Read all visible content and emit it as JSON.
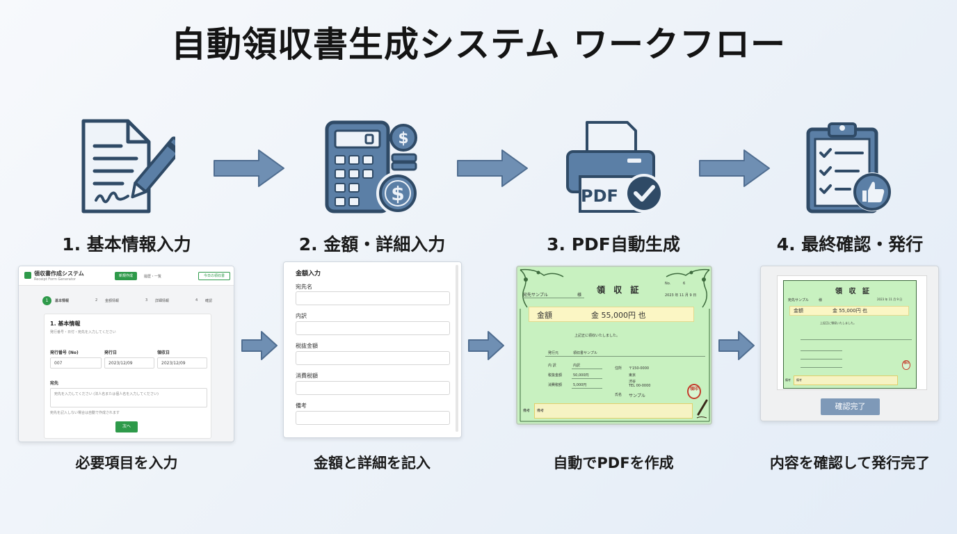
{
  "title": "自動領収書生成システム ワークフロー",
  "colors": {
    "icon_fill": "#5b7fa6",
    "icon_dark": "#2f4a66",
    "icon_light": "#eef3f9",
    "arrow": "#6f8fb3",
    "accent_green": "#2e9a4a"
  },
  "icons": [
    "document-pen-icon",
    "calculator-dollar-icon",
    "printer-pdf-check-icon",
    "clipboard-thumbs-up-icon"
  ],
  "steps": [
    {
      "title": "1. 基本情報入力",
      "caption": "必要項目を入力"
    },
    {
      "title": "2. 金額・詳細入力",
      "caption": "金額と詳細を記入"
    },
    {
      "title": "3. PDF自動生成",
      "caption": "自動でPDFを作成"
    },
    {
      "title": "4. 最終確認・発行",
      "caption": "内容を確認して発行完了"
    }
  ],
  "form_panel": {
    "app_name": "領収書作成システム",
    "app_sub": "Receipt Form Generator",
    "header_button": "新規作成",
    "header_link": "履歴・一覧",
    "header_outline_button": "今日の領収書",
    "stepper": [
      "1",
      "基本情報",
      "2",
      "金額情報",
      "3",
      "詳細情報",
      "4",
      "確認"
    ],
    "card_title": "1. 基本情報",
    "card_sub": "発行番号・日付・宛先を入力してください",
    "fields": [
      {
        "label": "発行番号 (No)",
        "value": "007"
      },
      {
        "label": "発行日",
        "value": "2023/12/09"
      },
      {
        "label": "領収日",
        "value": "2023/12/09"
      }
    ],
    "recipient_label": "宛先",
    "recipient_placeholder": "宛先を入力してください (法人名または個人名を入力してください)",
    "note": "宛先を記入しない場合は自動で作成されます",
    "next_button": "次へ"
  },
  "amount_panel": {
    "title": "金額入力",
    "labels": [
      "宛先名",
      "内訳",
      "税抜金額",
      "消費税額",
      "備考"
    ]
  },
  "receipt": {
    "recipient": "宛先サンプル",
    "honorific": "様",
    "title": "領 収 証",
    "no_label": "No.",
    "no_value": "6",
    "date": "2023 年 11 月 9 日",
    "amount_label": "金額",
    "amount_value": "金 55,000円 也",
    "note": "上記正に領収いたしました。",
    "issuer_label": "発行元",
    "issuer": "領収書サンプル",
    "rows": [
      [
        "内 訳",
        "内訳",
        "住所",
        "〒150-0000"
      ],
      [
        "税抜金額",
        "50,000円",
        "",
        "東京"
      ],
      [
        "消費税額",
        "5,000円",
        "",
        "渋谷"
      ],
      [
        "",
        "",
        "",
        "TEL 00-0000"
      ],
      [
        "",
        "",
        "氏名",
        "サンプル"
      ]
    ],
    "stamp": "領印",
    "memo_label": "備考",
    "memo_value": "備考"
  },
  "confirm_panel": {
    "receipt_title": "領 収 証",
    "recipient": "宛先サンプル",
    "honorific": "様",
    "date": "2023 年 11 月 9 日",
    "amount_label": "金額",
    "amount_value": "金 55,000円 也",
    "note": "上記正に領収いたしました。",
    "stamp": "領印",
    "memo_label": "備考",
    "memo_value": "備考",
    "button": "確認完了"
  }
}
